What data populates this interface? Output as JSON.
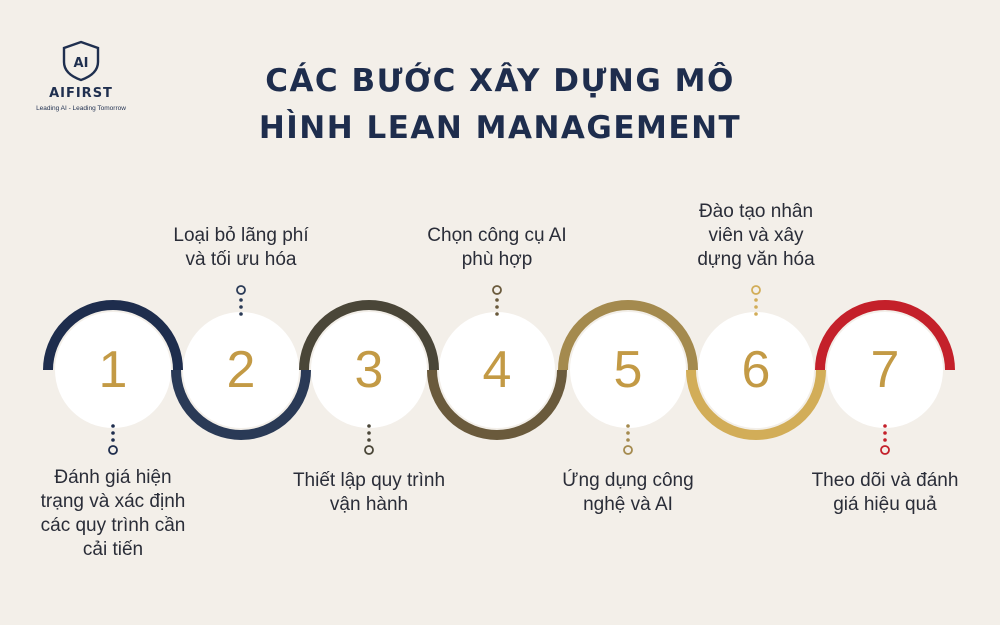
{
  "logo": {
    "mark": "AI",
    "name": "AIFIRST",
    "tagline": "Leading AI - Leading Tomorrow"
  },
  "title": {
    "line1": "CÁC BƯỚC XÂY DỰNG MÔ",
    "line2": "HÌNH LEAN MANAGEMENT"
  },
  "steps": [
    {
      "number": "1",
      "label_lines": [
        "Đánh giá hiện",
        "trạng và xác định",
        "các quy trình cần",
        "cải tiến"
      ],
      "label_position": "below",
      "arc_side": "top",
      "color": "#1e2d4d"
    },
    {
      "number": "2",
      "label_lines": [
        "Loại bỏ lãng phí",
        "và tối ưu hóa"
      ],
      "label_position": "above",
      "arc_side": "bottom",
      "color": "#2a3a56"
    },
    {
      "number": "3",
      "label_lines": [
        "Thiết lập quy trình",
        "vận hành"
      ],
      "label_position": "below",
      "arc_side": "top",
      "color": "#4a4638"
    },
    {
      "number": "4",
      "label_lines": [
        "Chọn công cụ AI",
        "phù hợp"
      ],
      "label_position": "above",
      "arc_side": "bottom",
      "color": "#6a5a3c"
    },
    {
      "number": "5",
      "label_lines": [
        "Ứng dụng công",
        "nghệ và AI"
      ],
      "label_position": "below",
      "arc_side": "top",
      "color": "#a48a4e"
    },
    {
      "number": "6",
      "label_lines": [
        "Đào tạo nhân",
        "viên và xây",
        "dựng văn hóa"
      ],
      "label_position": "above",
      "arc_side": "bottom",
      "color": "#d2ad58"
    },
    {
      "number": "7",
      "label_lines": [
        "Theo dõi và đánh",
        "giá hiệu quả"
      ],
      "label_position": "below",
      "arc_side": "top",
      "color": "#c4202a"
    }
  ],
  "colors": {
    "background": "#f3efe9",
    "number": "#c39a45",
    "circle_fill": "#ffffff",
    "title": "#1e2d4d"
  }
}
